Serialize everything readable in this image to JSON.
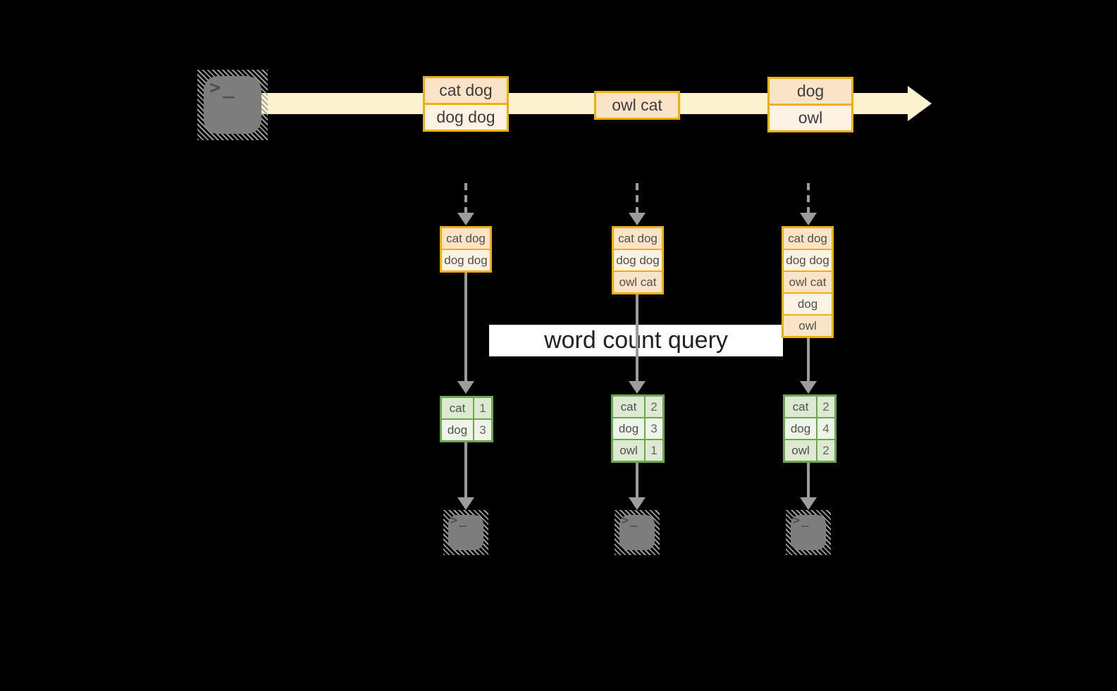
{
  "label": {
    "query": "word count query"
  },
  "terminal_prompt": ">_",
  "stream_batches": [
    {
      "lines": [
        "cat dog",
        "dog dog"
      ]
    },
    {
      "lines": [
        "owl cat"
      ]
    },
    {
      "lines": [
        "dog",
        "owl"
      ]
    }
  ],
  "state_stacks": [
    {
      "lines": [
        "cat dog",
        "dog dog"
      ]
    },
    {
      "lines": [
        "cat dog",
        "dog dog",
        "owl cat"
      ]
    },
    {
      "lines": [
        "cat dog",
        "dog dog",
        "owl cat",
        "dog",
        "owl"
      ]
    }
  ],
  "count_tables": [
    {
      "rows": [
        {
          "word": "cat",
          "count": "1"
        },
        {
          "word": "dog",
          "count": "3"
        }
      ]
    },
    {
      "rows": [
        {
          "word": "cat",
          "count": "2"
        },
        {
          "word": "dog",
          "count": "3"
        },
        {
          "word": "owl",
          "count": "1"
        }
      ]
    },
    {
      "rows": [
        {
          "word": "cat",
          "count": "2"
        },
        {
          "word": "dog",
          "count": "4"
        },
        {
          "word": "owl",
          "count": "2"
        }
      ]
    }
  ],
  "colors": {
    "background": "#000000",
    "stream_band": "#fdf2cf",
    "box_border": "#f0b007",
    "box_fill_dark": "#fbe3c7",
    "box_fill_light": "#fdf2e3",
    "table_border": "#6aa84f",
    "table_fill_dark": "#dee9d2",
    "table_fill_light": "#eef4e8",
    "arrow_gray": "#9c9c9c",
    "terminal_gray": "#7d7d7d",
    "query_label_bg": "#ffffff"
  }
}
